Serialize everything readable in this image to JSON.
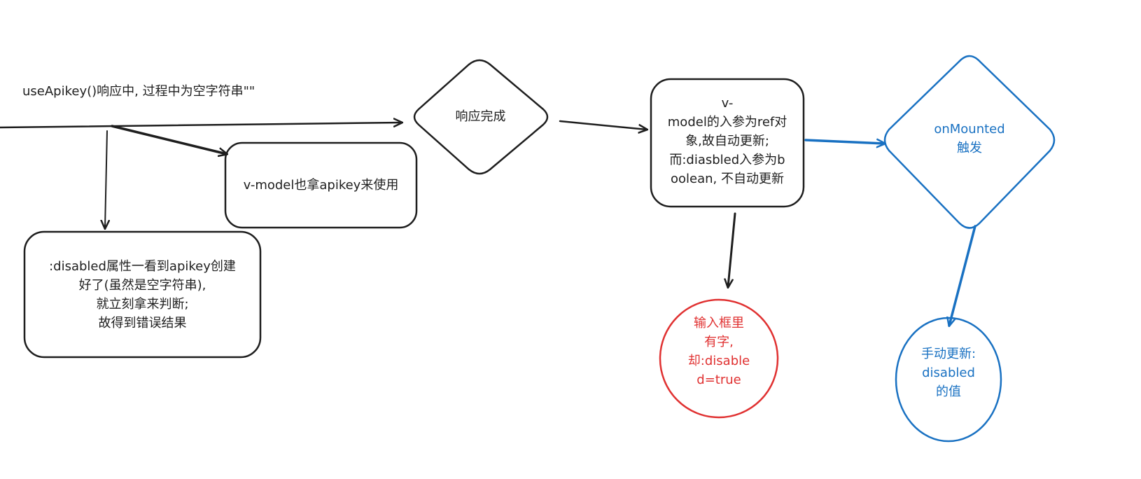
{
  "colors": {
    "stroke": "#1e1e1e",
    "red": "#e03131",
    "blue": "#1971c2"
  },
  "labels": {
    "top_note": "useApikey()响应中, 过程中为空字符串\"\"",
    "vmodel_box": "v-model也拿apikey来使用",
    "disabled_box": [
      ":disabled属性一看到apikey创建",
      "好了(虽然是空字符串),",
      "就立刻拿来判断;",
      "故得到错误结果"
    ],
    "response_done": "响应完成",
    "update_box": [
      "v-",
      "model的入参为ref对",
      "象,故自动更新;",
      "而:diasbled入参为b",
      "oolean, 不自动更新"
    ],
    "on_mounted": [
      "onMounted",
      "触发"
    ],
    "error_result": [
      "输入框里",
      "有字,",
      "却:disable",
      "d=true"
    ],
    "manual_update": [
      "手动更新:",
      "disabled",
      "的值"
    ]
  }
}
